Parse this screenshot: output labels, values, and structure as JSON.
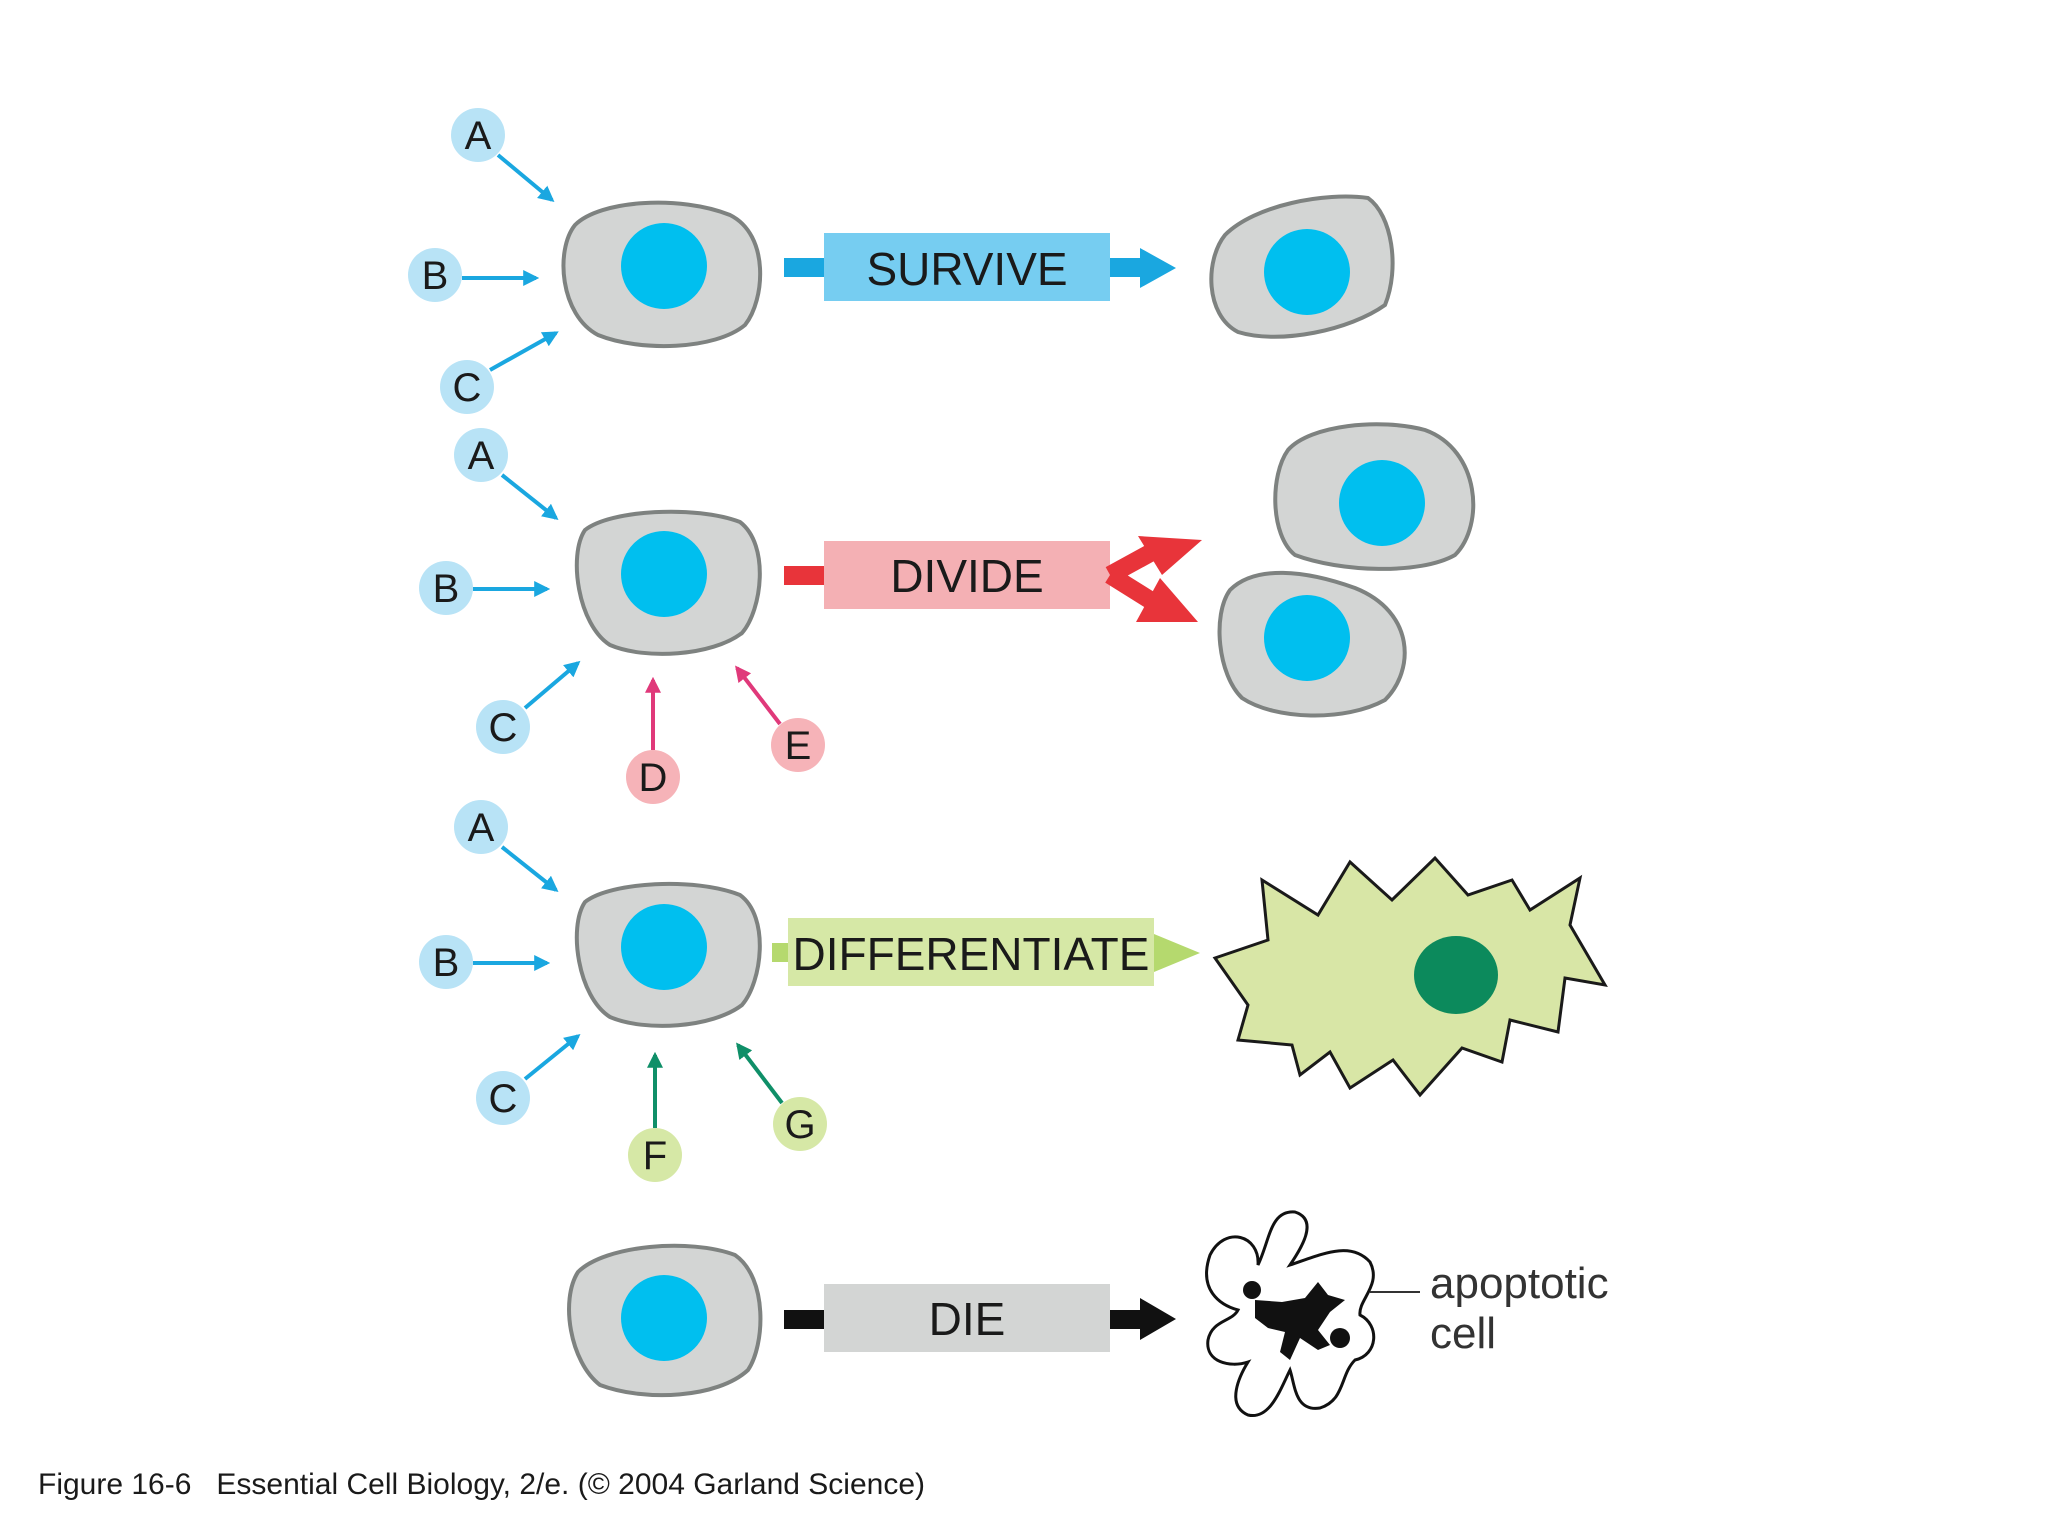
{
  "rows": {
    "survive": {
      "label": "SURVIVE",
      "signals": [
        "A",
        "B",
        "C"
      ]
    },
    "divide": {
      "label": "DIVIDE",
      "signals": [
        "A",
        "B",
        "C",
        "D",
        "E"
      ]
    },
    "differentiate": {
      "label": "DIFFERENTIATE",
      "signals": [
        "A",
        "B",
        "C",
        "F",
        "G"
      ]
    },
    "die": {
      "label": "DIE",
      "annotation_line1": "apoptotic",
      "annotation_line2": "cell"
    }
  },
  "caption": "Figure 16-6   Essential Cell Biology, 2/e. (© 2004 Garland Science)",
  "colors": {
    "cell_fill": "#d3d5d4",
    "cell_stroke": "#7e8280",
    "nucleus": "#00bfef",
    "signal_blue_fill": "#b8e3f6",
    "signal_blue_arrow": "#1aa7e0",
    "signal_red_fill": "#f6b3b8",
    "signal_red_arrow": "#e0397a",
    "signal_green_fill": "#d6e8a6",
    "signal_green_arrow": "#0f8f68",
    "survive_box": "#76cdf1",
    "divide_box": "#f4b0b4",
    "divide_arrow": "#e8343a",
    "diff_box": "#d6e8a6",
    "diff_arrow": "#b5d96e",
    "diff_cell": "#d8e6a6",
    "diff_nucleus": "#0c8a5c",
    "die_box": "#d3d5d4",
    "die_arrow": "#111111"
  }
}
